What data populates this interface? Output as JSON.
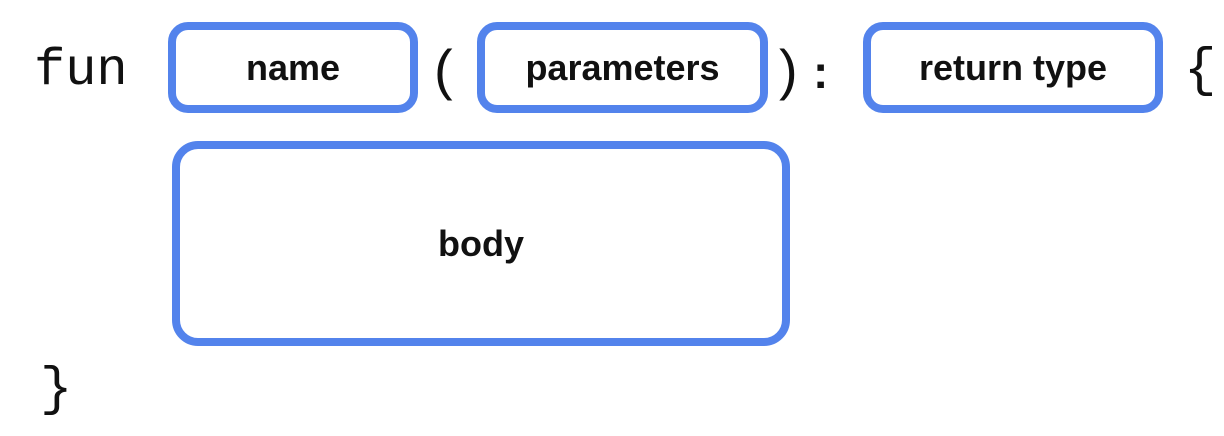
{
  "syntax": {
    "keyword": "fun",
    "open_paren": "(",
    "close_paren": ")",
    "colon": ":",
    "open_brace": "{",
    "close_brace": "}",
    "slots": {
      "name": "name",
      "parameters": "parameters",
      "return_type": "return type",
      "body": "body"
    }
  },
  "colors": {
    "box_border": "#5383EC",
    "text": "#111111",
    "background": "#ffffff"
  }
}
